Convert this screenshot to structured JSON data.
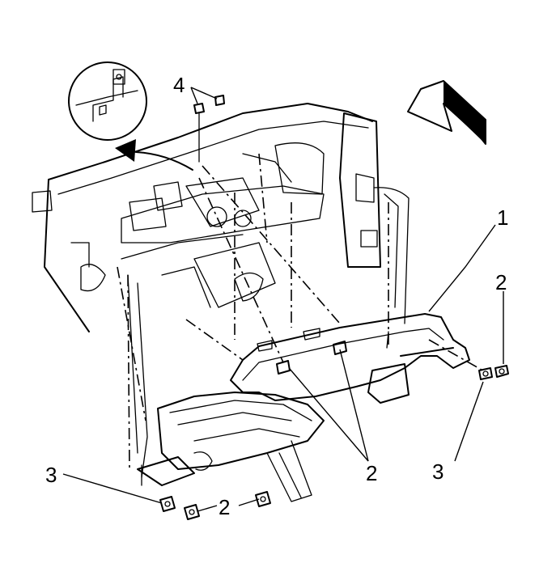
{
  "callouts": {
    "c1": "1",
    "c2_right": "2",
    "c2_middle": "2",
    "c2_bottom": "2",
    "c3_left": "3",
    "c3_right": "3",
    "c4": "4"
  },
  "colors": {
    "line": "#000000",
    "background": "#ffffff"
  }
}
